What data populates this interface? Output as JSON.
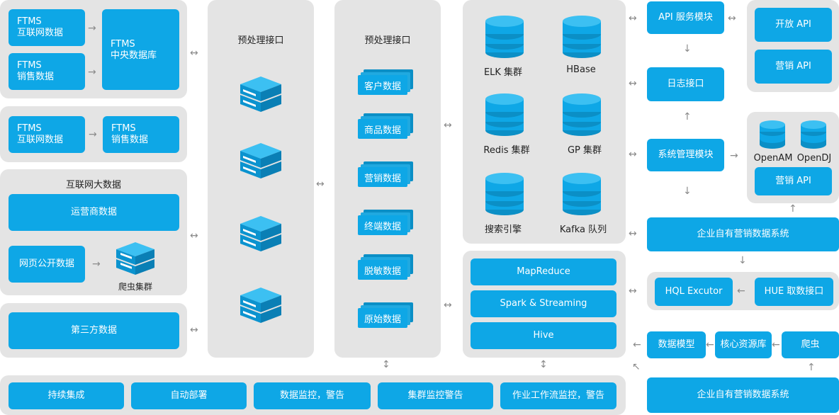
{
  "row1": {
    "internet_data": "FTMS\n互联网数据",
    "sales_data": "FTMS\n销售数据",
    "central_db": "FTMS\n中央数据库"
  },
  "row2": {
    "internet_data": "FTMS\n互联网数据",
    "sales_data": "FTMS\n销售数据"
  },
  "internet_big_data": {
    "title": "互联网大数据",
    "operator_data": "运营商数据",
    "web_public_data": "网页公开数据",
    "crawler_cluster": "爬虫集群"
  },
  "third_party": "第三方数据",
  "preprocess1": {
    "title": "预处理接口"
  },
  "preprocess2": {
    "title": "预处理接口",
    "items": [
      "客户数据",
      "商品数据",
      "营销数据",
      "终端数据",
      "脱敏数据",
      "原始数据"
    ]
  },
  "storage": {
    "items": [
      "ELK 集群",
      "HBase",
      "Redis 集群",
      "GP 集群",
      "搜索引擎",
      "Kafka 队列"
    ]
  },
  "compute": {
    "items": [
      "MapReduce",
      "Spark & Streaming",
      "Hive"
    ]
  },
  "bottom": {
    "items": [
      "持续集成",
      "自动部署",
      "数据监控，警告",
      "集群监控警告",
      "作业工作流监控，警告"
    ]
  },
  "right": {
    "api_module": "API 服务模块",
    "open_api": "开放 API",
    "marketing_api1": "营销 API",
    "log_interface": "日志接口",
    "sys_mgmt": "系统管理模块",
    "openam": "OpenAM",
    "opendj": "OpenDJ",
    "marketing_api2": "营销 API",
    "enterprise_system1": "企业自有营销数据系统",
    "hql": "HQL Excutor",
    "hue": "HUE 取数接口",
    "data_model": "数据模型",
    "core_resource": "核心资源库",
    "crawler": "爬虫",
    "enterprise_system2": "企业自有营销数据系统"
  }
}
